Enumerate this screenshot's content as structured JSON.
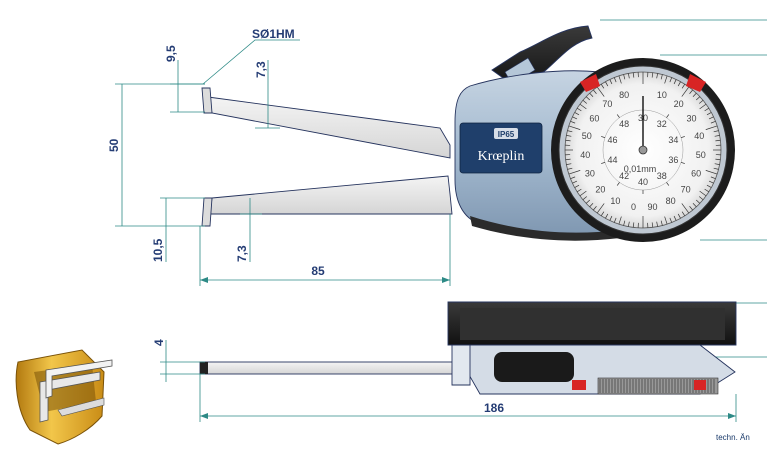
{
  "drawing": {
    "tip_label": "SØ1HM",
    "dimensions": {
      "upper_tip_height": "9,5",
      "upper_jaw_height": "7,3",
      "range_height": "50",
      "lower_tip_height": "10,5",
      "lower_jaw_height": "7,3",
      "jaw_length": "85",
      "jaw_thickness": "4",
      "overall_length": "186"
    },
    "brand": "Krœplin",
    "protection": "IP65",
    "dial": {
      "unit_label": "0,01mm",
      "outer_scale": [
        "10",
        "20",
        "30",
        "40",
        "50",
        "60",
        "70",
        "80",
        "90",
        "0",
        "10",
        "20",
        "30",
        "40",
        "50",
        "60",
        "70",
        "80"
      ],
      "inner_scale": [
        "30",
        "32",
        "34",
        "36",
        "38",
        "40",
        "42",
        "44",
        "46",
        "48"
      ]
    },
    "footer_note": "techn. Än"
  },
  "colors": {
    "dimension_text": "#243c74",
    "dimension_line": "#2d8a86",
    "body_blue": "#9db6cf",
    "label_plate": "#1f3f6b",
    "accent_red": "#d82424",
    "tip_gold": "#e5b030"
  }
}
